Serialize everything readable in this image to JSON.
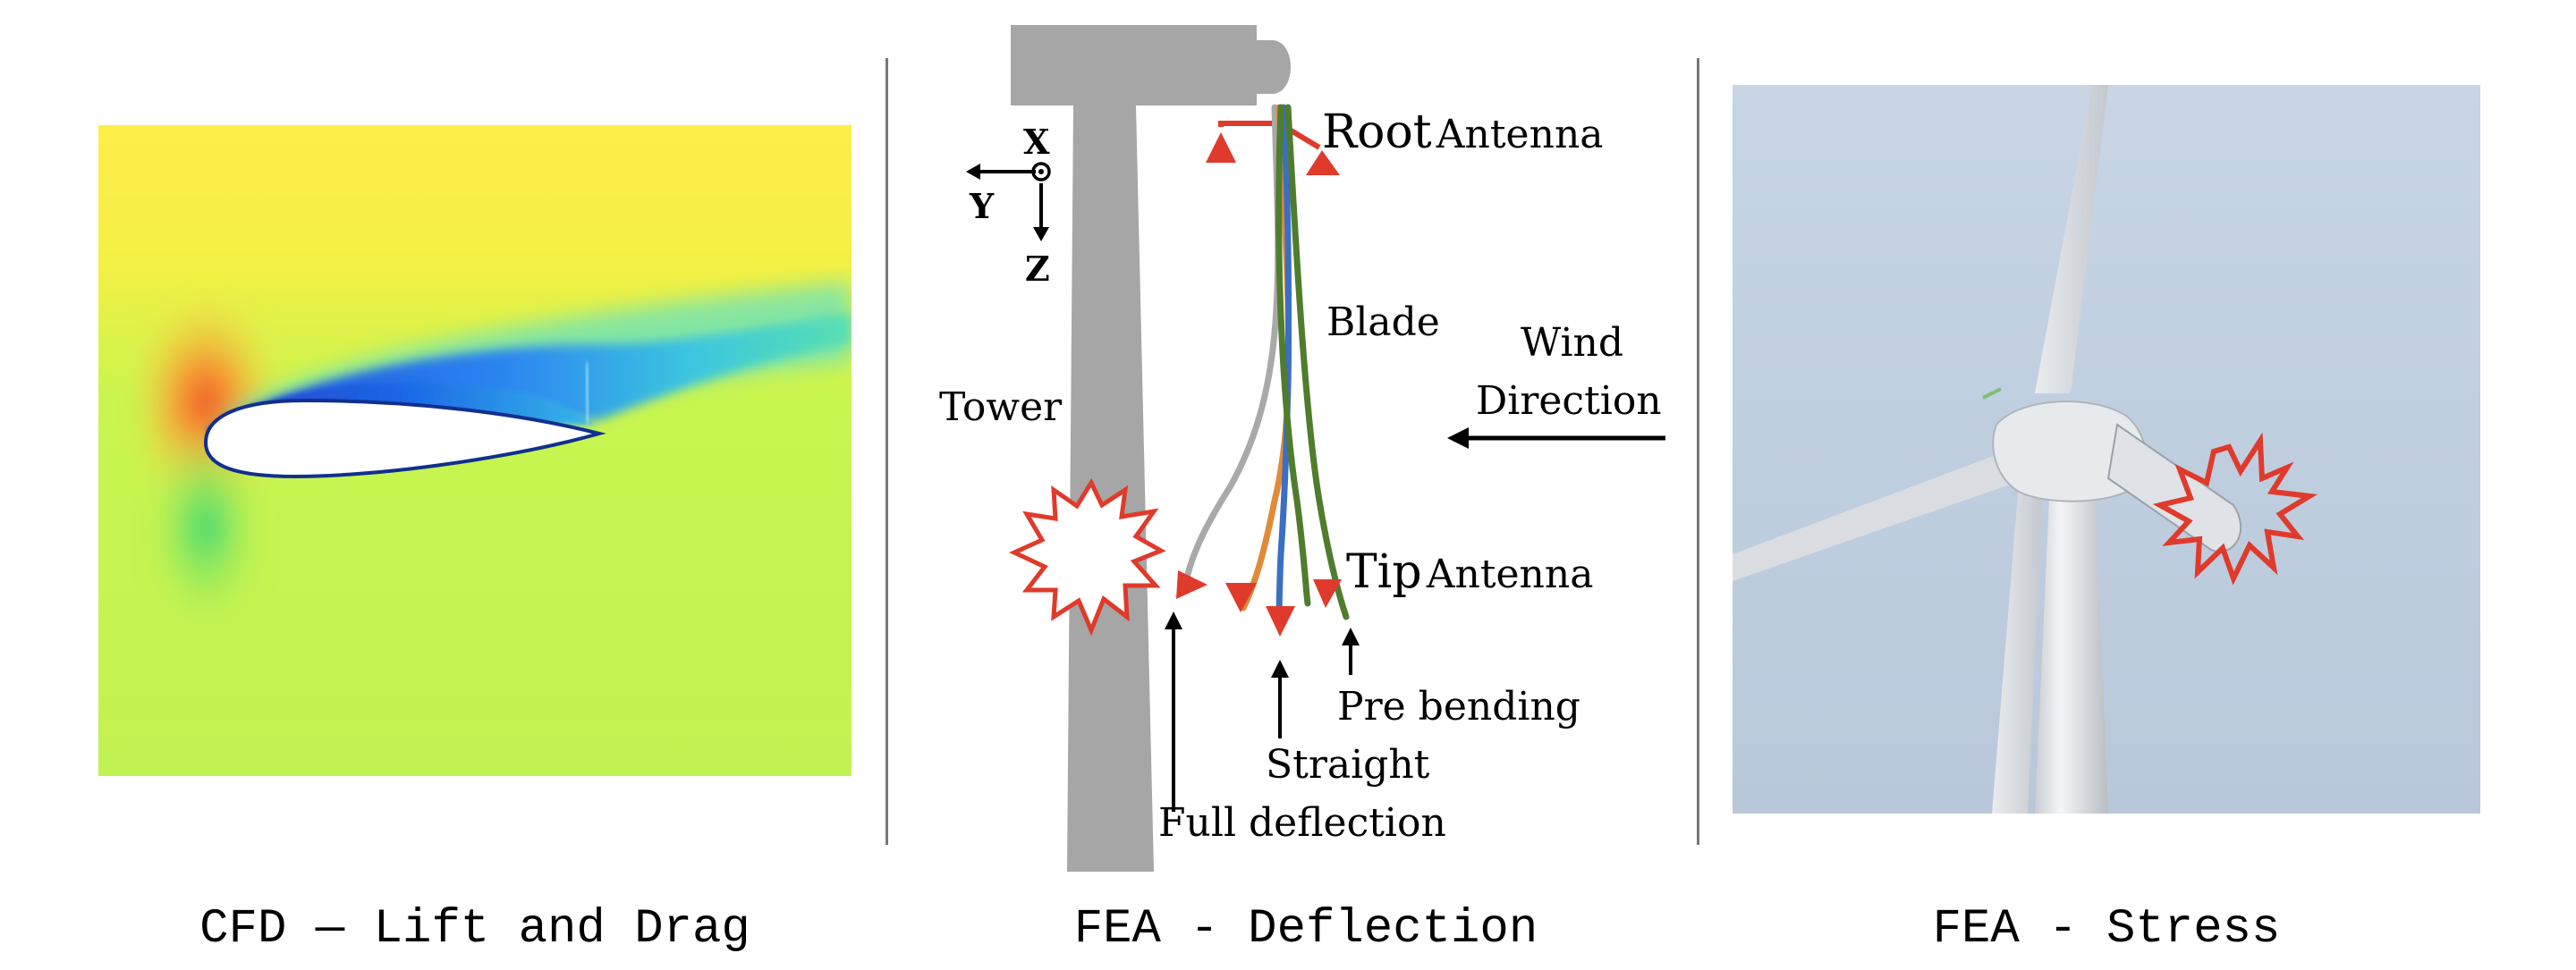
{
  "panels": {
    "cfd": {
      "caption": "CFD — Lift and Drag"
    },
    "deflection": {
      "caption": "FEA - Deflection",
      "labels": {
        "axis_x": "X",
        "axis_y": "Y",
        "axis_z": "Z",
        "root": "Root",
        "root_suffix": "Antenna",
        "blade": "Blade",
        "wind_line1": "Wind",
        "wind_line2": "Direction",
        "tower": "Tower",
        "tip": "Tip",
        "tip_suffix": "Antenna",
        "pre_bending": "Pre bending",
        "straight": "Straight",
        "full_deflection": "Full deflection"
      },
      "colors": {
        "tower": "#a6a6a6",
        "antenna": "#e03a2c",
        "blade_full": "#a9a9a9",
        "blade_orange": "#e08a3a",
        "blade_straight": "#3b6fc4",
        "blade_pre": "#4f7d2d"
      }
    },
    "stress": {
      "caption": "FEA - Stress"
    }
  },
  "colors": {
    "damage_star": "#e03a2c",
    "divider": "#777777"
  }
}
